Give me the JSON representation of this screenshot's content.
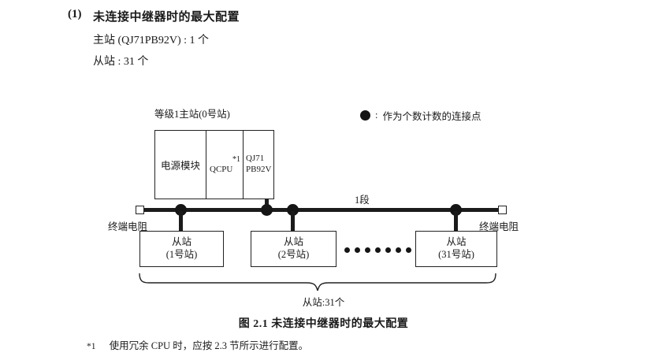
{
  "heading": {
    "number": "(1)",
    "title": "未连接中继器时的最大配置",
    "spec_master": "主站 (QJ71PB92V) : 1 个",
    "spec_slave": "从站 : 31 个"
  },
  "diagram": {
    "master_label": "等级1主站(0号站)",
    "modules": {
      "power": "电源模块",
      "cpu": "QCPU",
      "cpu_note": "*1",
      "network_line1": "QJ71",
      "network_line2": "PB92V"
    },
    "segment_label": "1段",
    "terminator_left": "终端电阻",
    "terminator_right": "终端电阻",
    "slaves": [
      {
        "name": "从站",
        "station": "(1号站)"
      },
      {
        "name": "从站",
        "station": "(2号站)"
      },
      {
        "name": "从站",
        "station": "(31号站)"
      }
    ],
    "ellipsis_count": 7,
    "brace_label": "从站:31个",
    "legend": {
      "symbol": "filled-circle",
      "colon": ":",
      "text": "作为个数计数的连接点"
    },
    "colors": {
      "line": "#1b1b1b",
      "dot": "#151515",
      "box_border": "#222222",
      "background": "#ffffff"
    }
  },
  "figure_caption": "图 2.1  未连接中继器时的最大配置",
  "footnote": {
    "mark": "*1",
    "text": "使用冗余 CPU 时，应按 2.3 节所示进行配置。"
  }
}
